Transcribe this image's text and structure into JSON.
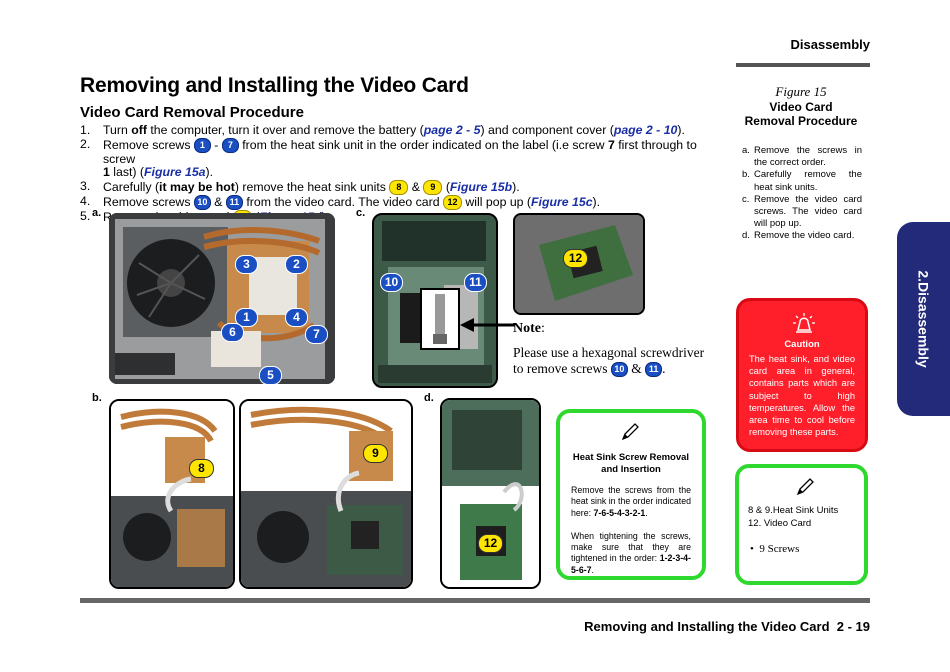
{
  "header": {
    "section": "Disassembly"
  },
  "page": {
    "title": "Removing and Installing the Video Card",
    "subtitle": "Video Card Removal Procedure"
  },
  "steps": [
    {
      "num": "1.",
      "a": "Turn ",
      "b": "off",
      "c": " the computer, turn it over and remove the battery  (",
      "ref1": "page 2 - 5",
      "d": ") and component cover (",
      "ref2": "page 2 - 10",
      "e": ")."
    },
    {
      "num": "2.",
      "a": "Remove screws ",
      "s1": "1",
      "dash": " - ",
      "s2": "7",
      "b": " from the heat sink unit in the order indicated on the label (i.e screw ",
      "c": "7",
      "d": " first through to screw",
      "e": "1",
      "f": " last)  (",
      "ref": "Figure 15a",
      "g": ")."
    },
    {
      "num": "3.",
      "a": "Carefully (",
      "b": "it may be hot",
      "c": ") remove the heat sink units ",
      "s1": "8",
      "amp": " & ",
      "s2": "9",
      "d": " (",
      "ref": "Figure 15b",
      "e": ")."
    },
    {
      "num": "4.",
      "a": "Remove screws ",
      "s1": "10",
      "amp": " & ",
      "s2": "11",
      "b": " from the video card.  The video card ",
      "s3": "12",
      "c": " will pop up (",
      "ref": "Figure 15c",
      "d": ")."
    },
    {
      "num": "5.",
      "a": "Remove the video card ",
      "s1": "12",
      "b": " (",
      "ref": "Figure 15d",
      "c": ")."
    }
  ],
  "photos": {
    "labels": {
      "a": "a.",
      "b": "b.",
      "c": "c.",
      "d": "d."
    },
    "callouts": {
      "n1": "1",
      "n2": "2",
      "n3": "3",
      "n4": "4",
      "n5": "5",
      "n6": "6",
      "n7": "7",
      "n8": "8",
      "n9": "9",
      "n10": "10",
      "n11": "11",
      "n12": "12"
    }
  },
  "note": {
    "label": "Note",
    "colon": ":",
    "text1": "Please use a hexagonal screwdriver",
    "text2": "to remove screws ",
    "s1": "10",
    "amp": " & ",
    "s2": "11",
    "end": "."
  },
  "figure": {
    "number": "Figure 15",
    "title_line1": "Video Card",
    "title_line2": "Removal Procedure",
    "items": [
      {
        "key": "a.",
        "text": "Remove the screws in the correct order."
      },
      {
        "key": "b.",
        "text": "Carefully remove the heat sink units."
      },
      {
        "key": "c.",
        "text": "Remove the video card screws. The video card will pop up."
      },
      {
        "key": "d.",
        "text": "Remove the video card."
      }
    ]
  },
  "side_tab": {
    "label": "2.Disassembly"
  },
  "caution": {
    "title": "Caution",
    "text": "The heat sink, and video card area in general, contains parts which are subject to high temperatures. Allow the area time to cool before removing these parts."
  },
  "heatsink_note": {
    "title": "Heat Sink Screw Removal and Insertion",
    "p1_text": "Remove the screws from the heat sink in the order indicated here: ",
    "p1_order": "7-6-5-4-3-2-1",
    "p1_end": ".",
    "p2_text": "When tightening the screws, make sure that they are tightened in the order: ",
    "p2_order": "1-2-3-4-5-6-7",
    "p2_end": "."
  },
  "units_note": {
    "line1": "8 & 9.Heat Sink Units",
    "line2": "12. Video Card",
    "bullet": "•",
    "line3": "9 Screws"
  },
  "footer": {
    "title": "Removing and Installing the Video Card",
    "page": "2  -  19"
  },
  "colors": {
    "blue_ref": "#1a2ea6",
    "caution_red": "#ff1f2b",
    "note_green": "#2ed82e",
    "tab_navy": "#232a7a",
    "callout_yellow": "#ffe600",
    "callout_blue": "#1a4fc4"
  }
}
